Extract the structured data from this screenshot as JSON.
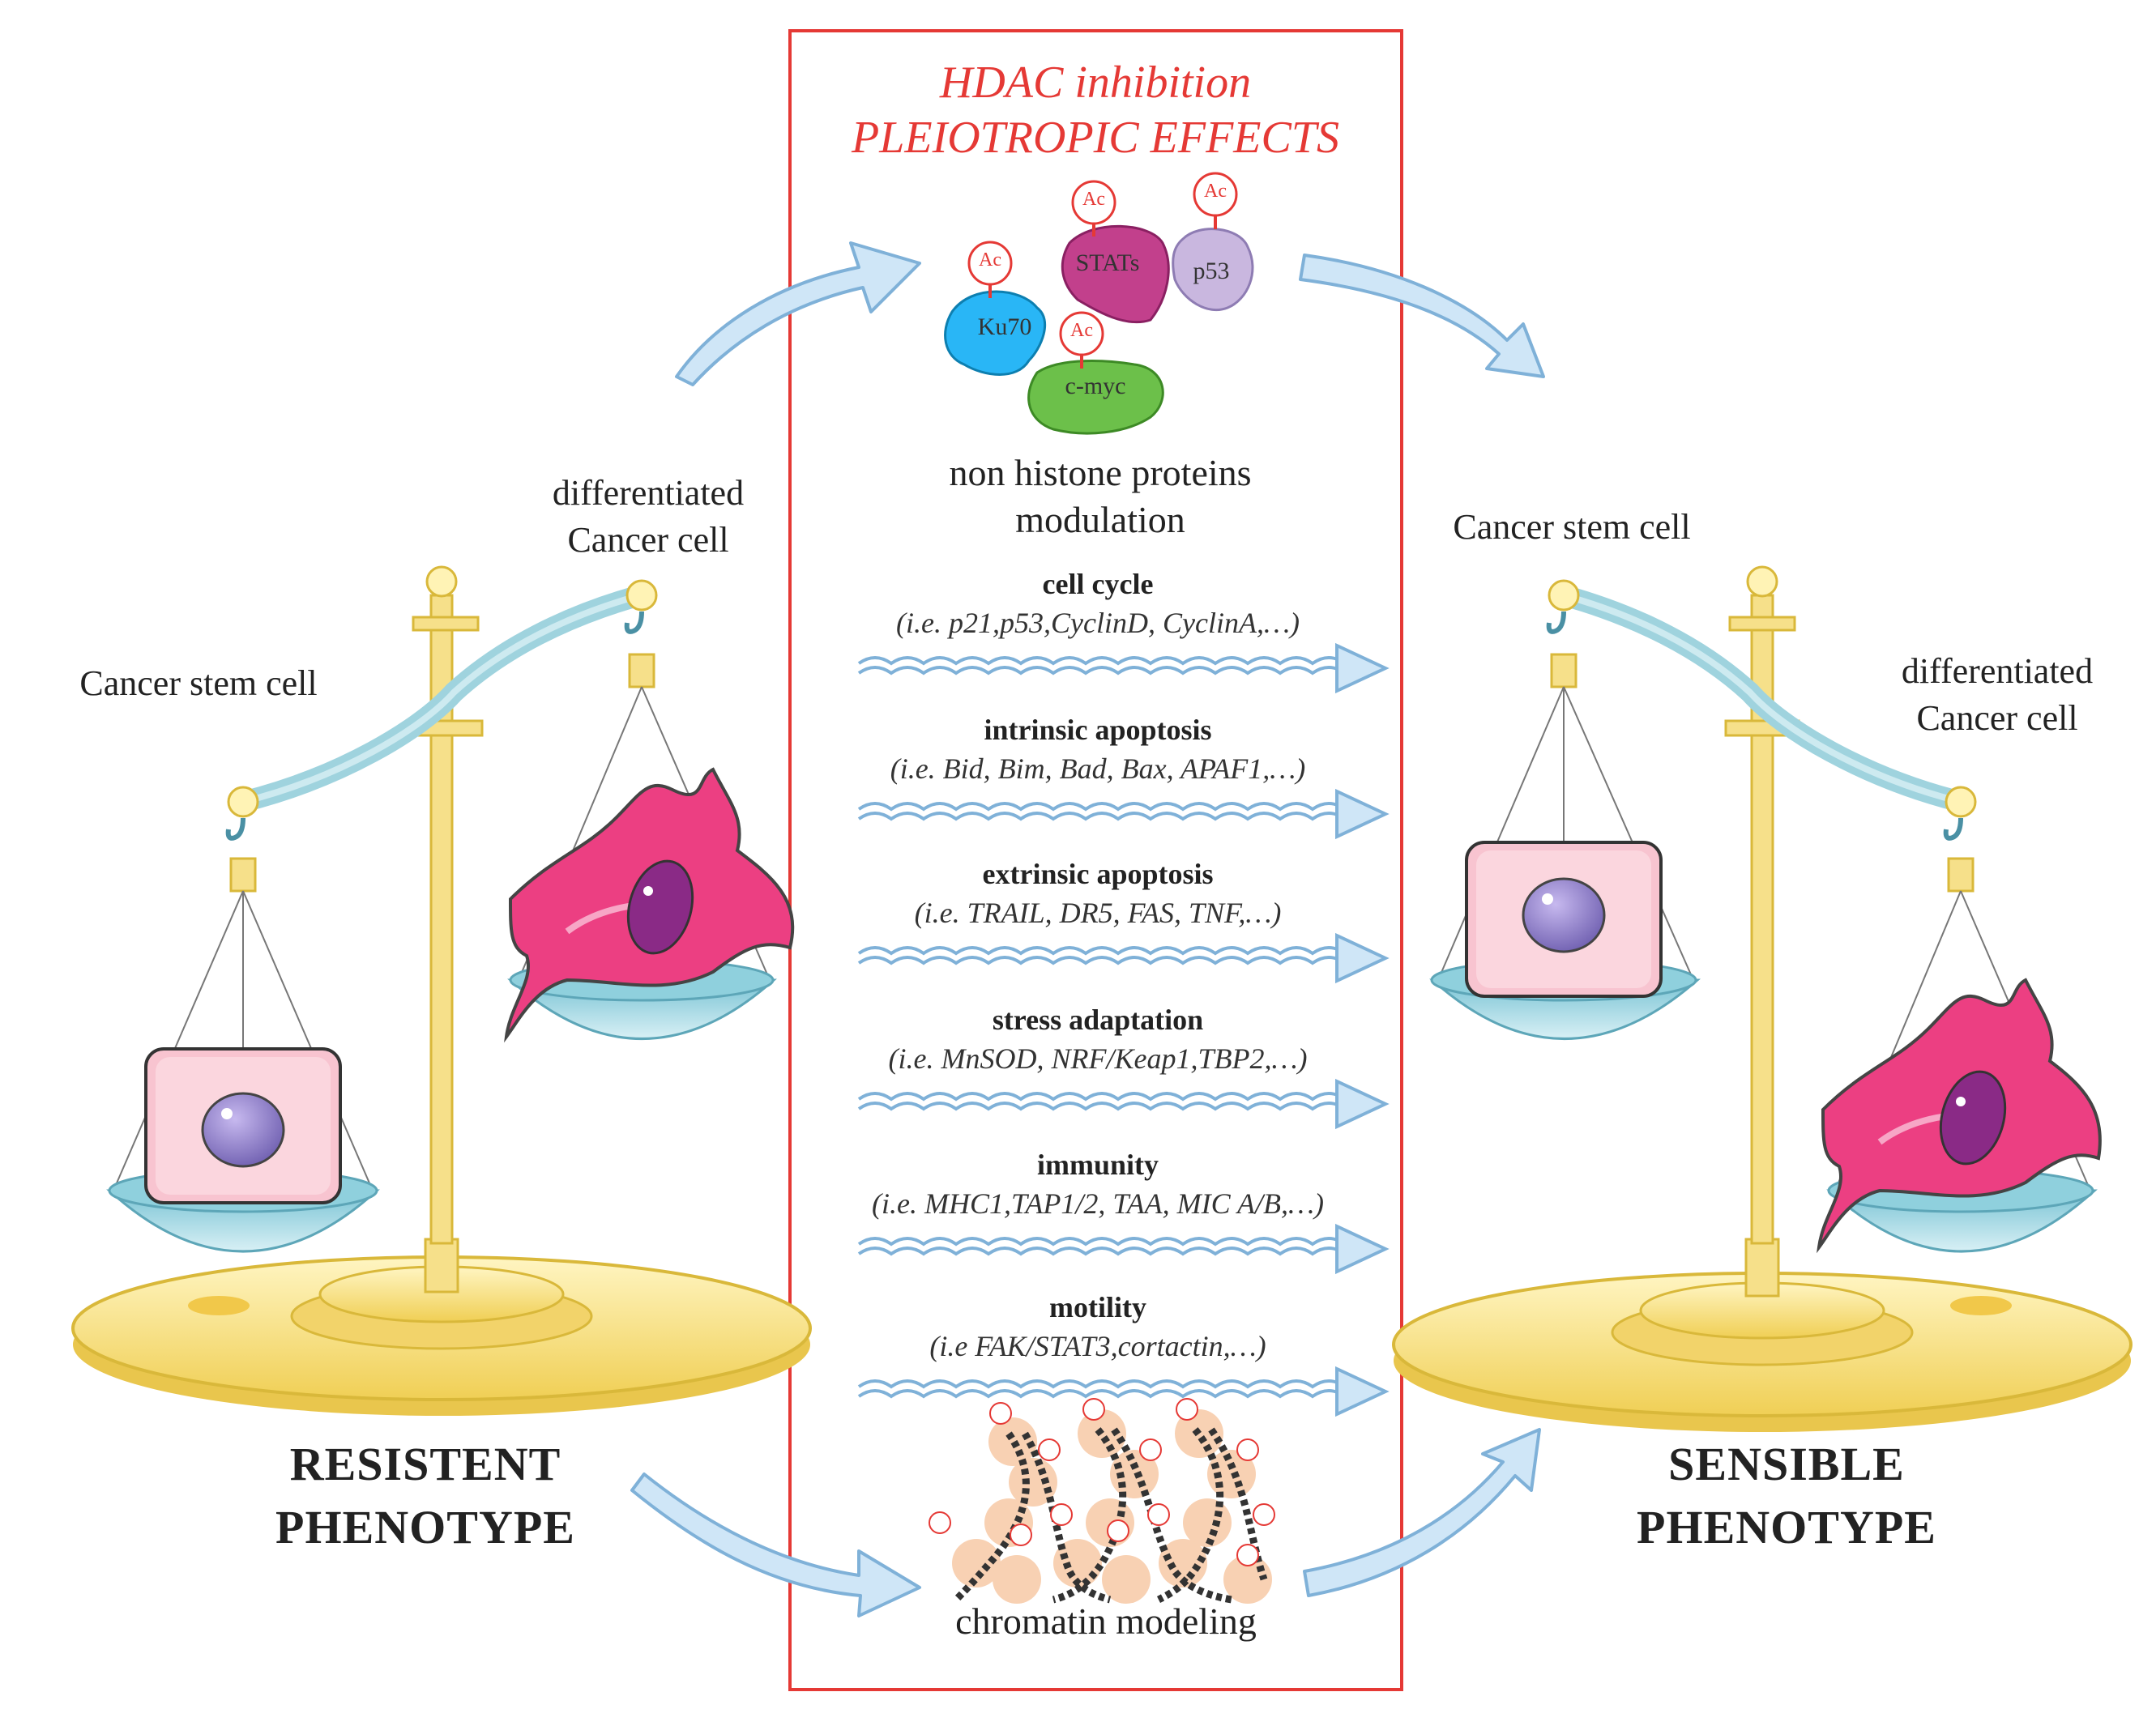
{
  "header": {
    "line1": "HDAC inhibition",
    "line2": "PLEIOTROPIC EFFECTS"
  },
  "non_histone": {
    "proteins": [
      "Ku70",
      "STATs",
      "p53",
      "c-myc"
    ],
    "acetyl_tag": "Ac",
    "caption_line1": "non histone proteins",
    "caption_line2": "modulation"
  },
  "pathways": [
    {
      "name": "cell cycle",
      "examples": "(i.e. p21,p53,CyclinD, CyclinA,…)"
    },
    {
      "name": "intrinsic apoptosis",
      "examples": "(i.e. Bid, Bim, Bad, Bax, APAF1,…)"
    },
    {
      "name": "extrinsic apoptosis",
      "examples": "(i.e. TRAIL, DR5, FAS, TNF,…)"
    },
    {
      "name": "stress adaptation",
      "examples": "(i.e. MnSOD, NRF/Keap1,TBP2,…)"
    },
    {
      "name": "immunity",
      "examples": "(i.e. MHC1,TAP1/2, TAA, MIC A/B,…)"
    },
    {
      "name": "motility",
      "examples": "(i.e FAK/STAT3,cortactin,…)"
    }
  ],
  "chromatin": {
    "caption": "chromatin modeling"
  },
  "left_scale": {
    "label_left": "Cancer stem cell",
    "label_right_line1": "differentiated",
    "label_right_line2": "Cancer cell",
    "phenotype_line1": "RESISTENT",
    "phenotype_line2": "PHENOTYPE"
  },
  "right_scale": {
    "label_left": "Cancer stem cell",
    "label_right_line1": "differentiated",
    "label_right_line2": "Cancer cell",
    "phenotype_line1": "SENSIBLE",
    "phenotype_line2": "PHENOTYPE"
  },
  "colors": {
    "frame": "#e53935",
    "title": "#e53935",
    "gold": "#f4dc74",
    "gold_dark": "#d9b83a",
    "pan": "#a9dce6",
    "stem_cell": "#f7b9c8",
    "nucleus": "#8e7cc3",
    "diff_cell": "#e8357a",
    "arrow_fill": "#cfe6f7",
    "arrow_stroke": "#7fb1d8"
  }
}
